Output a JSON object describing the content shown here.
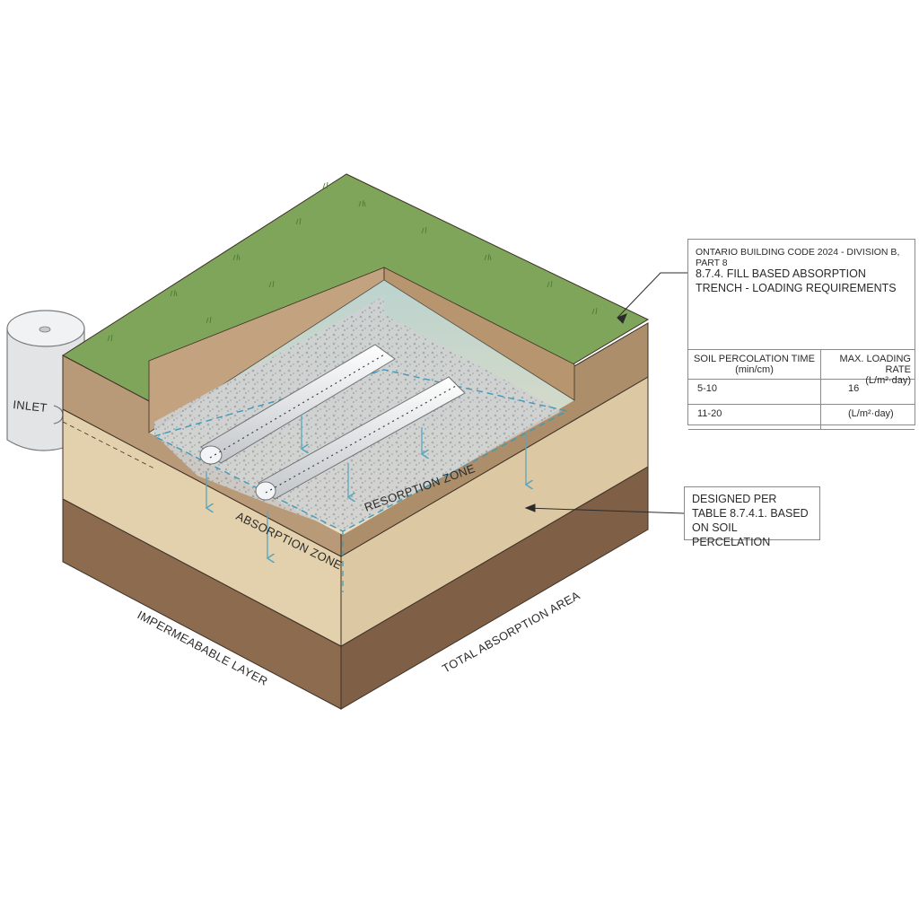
{
  "inlet_label": "INLET",
  "labels": {
    "resorption_zone": "RESORPTION ZONE",
    "absorption_zone": "ABSORPTION ZONE",
    "impermeable_layer": "IMPERMEABABLE LAYER",
    "total_absorption_area": "TOTAL ABSORPTION AREA"
  },
  "table": {
    "code": "ONTARIO BUILDING CODE 2024 - DIVISION B, PART 8",
    "section": "8.7.4. FILL BASED ABSORPTION TRENCH - LOADING REQUIREMENTS",
    "header": {
      "col1": "SOIL PERCOLATION TIME\n(min/cm)",
      "col2": "MAX. LOADING RATE\n(L/m²·day)"
    },
    "rows": [
      {
        "col1": "5-10",
        "col2": "16"
      },
      {
        "col1": "11-20",
        "col2": "(L/m²·day)"
      }
    ]
  },
  "note": "DESIGNED PER TABLE 8.7.4.1. BASED ON SOIL PERCELATION",
  "colors": {
    "grass": "#7fa55a",
    "topsoil": "#b99a78",
    "sand": "#e6d5b3",
    "clay": "#8c6b4f",
    "gravel": "#c9cbcc",
    "water": "#8fc6d6",
    "pipe": "#e8eaec"
  }
}
